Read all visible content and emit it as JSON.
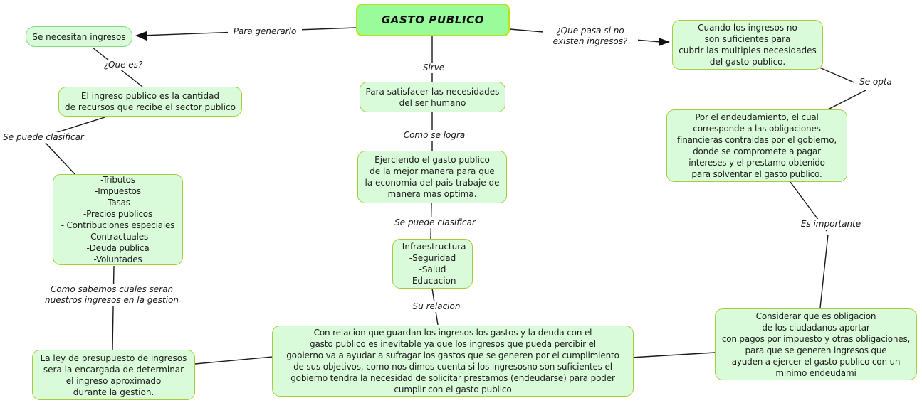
{
  "title": "GASTO PUBLICO",
  "colors": {
    "node_fill": "#d9fbd9",
    "node_border": "#a6cc3e",
    "title_fill": "#99fb99",
    "title_border": "#bce214",
    "green_border": "#83d983",
    "line": "#1a1a1a",
    "background": "#ffffff"
  },
  "nodes": {
    "gasto_publico": "GASTO PUBLICO",
    "se_necesitan_ingresos": "Se necesitan ingresos",
    "ingreso_publico": "El ingreso publico es la cantidad\nde recursos que recibe el sector publico",
    "clasificacion_ingresos": "-Tributos\n-Impuestos\n-Tasas\n-Precios publicos\n- Contribuciones especiales\n-Contractuales\n-Deuda publica\n-Voluntades",
    "ley_presupuesto": "La ley de presupuesto de ingresos\nsera la encargada de determinar\nel ingreso aproximado\ndurante la gestion.",
    "satisfacer_necesidades": "Para satisfacer las necesidades\ndel ser humano",
    "ejerciendo_gasto": "Ejerciendo el gasto publico\nde la mejor manera para que\nla economia del pais trabaje de\nmanera mas optima.",
    "clasificacion_gasto": "-Infraestructura\n-Seguridad\n-Salud\n-Educacion",
    "relacion_ingresos_gastos": "Con relacion que guardan los ingresos los gastos y la deuda con el\ngasto publico es inevitable ya que los ingresos que pueda percibir el\ngobierno va a ayudar a sufragar los gastos que se generen por el cumplimiento\nde sus objetivos, como nos dimos cuenta si los ingresosno son suficientes el\ngobierno tendra la necesidad de solicitar prestamos (endeudarse)  para poder\ncumplir con el gasto publico",
    "ingresos_no_suficientes": "Cuando los ingresos no\nson suficientes para\ncubrir las multiples necesidades\ndel gasto publico.",
    "endeudamiento": "Por el endeudamiento, el cual\ncorresponde a las obligaciones\nfinancieras contraidas por el gobierno,\ndonde se compromete a pagar\nintereses y el prestamo obtenido\npara solventar el gasto publico.",
    "obligacion_ciudadanos": "Considerar que es obligacion\nde los ciudadanos aportar\ncon pagos por impuesto y otras obligaciones,\npara que se generen ingresos que\nayuden a ejercer el gasto publico con un\nminimo endeudami"
  },
  "labels": {
    "para_generarlo": "Para generarlo",
    "que_pasa_si_no": "¿Que pasa si no\nexisten ingresos?",
    "sirve": "Sirve",
    "que_es": "¿Que es?",
    "se_puede_clasificar_izquierda": "Se puede clasificar",
    "como_se_logra": "Como se logra",
    "se_puede_clasificar_centro": "Se puede clasificar",
    "su_relacion": "Su relacion",
    "como_sabemos": "Como sabemos cuales seran\nnuestros ingresos en la gestion",
    "se_opta": "Se opta",
    "es_importante": "Es importante"
  }
}
